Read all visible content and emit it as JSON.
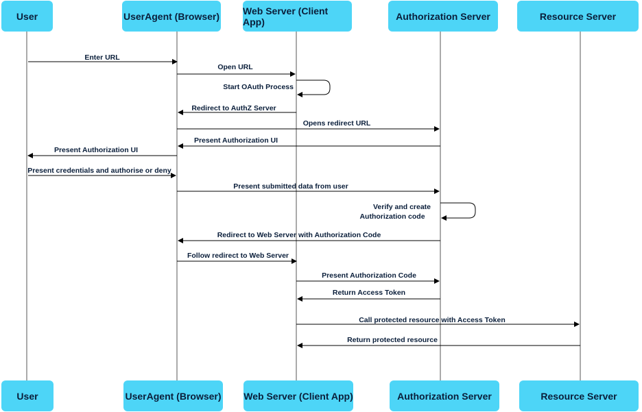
{
  "actors": {
    "user": "User",
    "useragent": "UserAgent (Browser)",
    "webserver": "Web Server (Client App)",
    "authserver": "Authorization Server",
    "resourceserver": "Resource Server"
  },
  "messages": [
    {
      "id": "enter-url",
      "label": "Enter URL"
    },
    {
      "id": "open-url",
      "label": "Open URL"
    },
    {
      "id": "start-oauth",
      "label": "Start OAuth Process"
    },
    {
      "id": "redirect-authz",
      "label": "Redirect to AuthZ Server"
    },
    {
      "id": "opens-redirect",
      "label": "Opens redirect URL"
    },
    {
      "id": "present-ui-1",
      "label": "Present Authorization UI"
    },
    {
      "id": "present-ui-2",
      "label": "Present Authorization UI"
    },
    {
      "id": "present-credentials",
      "label": "Present credentials and authorise or deny"
    },
    {
      "id": "present-submitted",
      "label": "Present submitted data from user"
    },
    {
      "id": "verify-line1",
      "label": "Verify and create"
    },
    {
      "id": "verify-line2",
      "label": "Authorization code"
    },
    {
      "id": "redirect-webserver",
      "label": "Redirect to Web Server with Authorization Code"
    },
    {
      "id": "follow-redirect",
      "label": "Follow redirect to Web Server"
    },
    {
      "id": "present-code",
      "label": "Present Authorization Code"
    },
    {
      "id": "return-token",
      "label": "Return Access Token"
    },
    {
      "id": "call-resource",
      "label": "Call protected resource with Access Token"
    },
    {
      "id": "return-resource",
      "label": "Return protected resource"
    }
  ],
  "colors": {
    "actor_fill": "#4dd5f7",
    "line": "#000000",
    "text": "#0a1e3a"
  }
}
